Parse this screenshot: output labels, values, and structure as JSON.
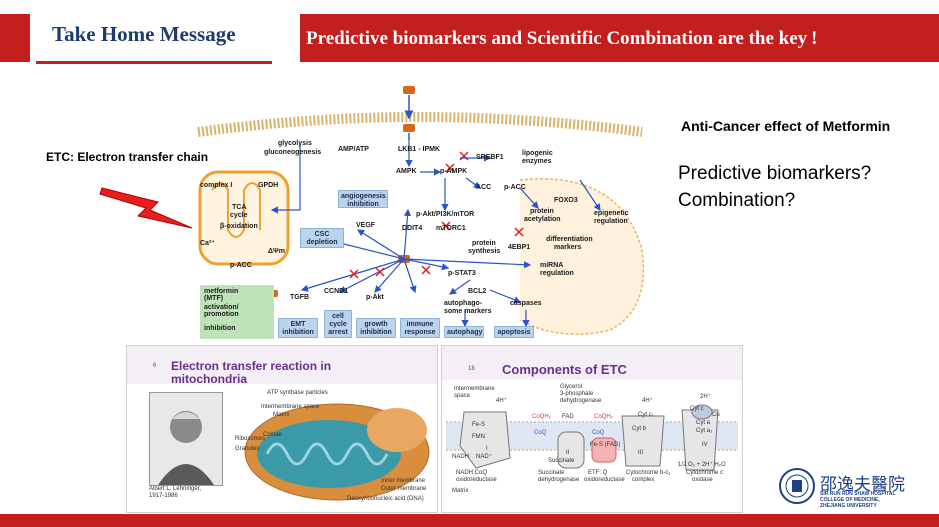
{
  "header": {
    "left_title": "Take Home Message",
    "banner_title": "Predictive biomarkers and Scientific Combination are the key",
    "banner_exclaim": "!"
  },
  "labels": {
    "etc_label": "ETC: Electron transfer chain",
    "anticancer_title": "Anti-Cancer effect of Metformin",
    "question_1": "Predictive biomarkers?",
    "question_2": "Combination?"
  },
  "diagram": {
    "glycolysis": "glycolysis",
    "gluconeogenesis": "gluconeogenesis",
    "amp_atp": "AMP/ATP",
    "lkb1": "LKB1 - IPMK",
    "srebf1": "SREBF1",
    "lipogenic": "lipogenic",
    "enzymes": "enzymes",
    "ampk": "AMPK",
    "p_ampk": "p-AMPK",
    "acc": "ACC",
    "p_acc_right": "p-ACC",
    "complex1": "complex I",
    "gpdh": "GPDH",
    "tca": "TCA",
    "cycle": "cycle",
    "beta_ox": "β-oxidation",
    "ca": "Ca²⁺",
    "delta_psi": "ΔΨm",
    "p_acc_left": "p-ACC",
    "angiogenesis": "angiogenesis inhibition",
    "vegf": "VEGF",
    "csc": "CSC depletion",
    "ddit4": "DDIT4",
    "mtorc1": "mTORC1",
    "p_akt_pi3k": "p-Akt/PI3K/mTOR",
    "protein_acet_1": "protein",
    "protein_acet_2": "acetylation",
    "foxo3": "FOXO3",
    "epigenetic_1": "epigenetic",
    "epigenetic_2": "regulation",
    "diff_1": "differentiation",
    "diff_2": "markers",
    "protein_syn_1": "protein",
    "protein_syn_2": "synthesis",
    "ebp1": "4EBP1",
    "mirna_1": "miRNA",
    "mirna_2": "regulation",
    "p_stat3": "p-STAT3",
    "bcl2": "BCL2",
    "autophago_1": "autophago-",
    "autophago_2": "some markers",
    "caspases": "caspases",
    "autophagy": "autophagy",
    "apoptosis": "apoptosis",
    "tgfb": "TGFB",
    "ccnd1": "CCND1",
    "p_akt": "p-Akt",
    "emt": "EMT inhibition",
    "cell_cycle": "cell cycle arrest",
    "growth": "growth inhibition",
    "immune": "immune response",
    "legend_metformin_1": "metformin",
    "legend_metformin_2": "(MTF)",
    "legend_activation_1": "activation/",
    "legend_activation_2": "promotion",
    "legend_inhibition": "inhibition"
  },
  "slide1": {
    "number": "6",
    "title_line1": "Electron transfer reaction in",
    "title_line2": "mitochondria",
    "photo_caption_1": "Albert L. Lehninger,",
    "photo_caption_2": "1917-1986",
    "atp_synthase": "ATP synthase particles",
    "intermembrane": "Intermembrane space",
    "matrix": "Matrix",
    "ribosomes": "Ribosomes",
    "cristae": "Cristae",
    "granules": "Granules",
    "inner_membrane": "Inner membrane",
    "outer_membrane": "Outer membrane",
    "dna": "Deoxyribonucleic acid (DNA)"
  },
  "slide2": {
    "number": "18",
    "title": "Components of ETC",
    "intermembrane_1": "Intermembrane",
    "intermembrane_2": "space",
    "glycerol_1": "Glycerol",
    "glycerol_2": "3-phosphate",
    "glycerol_3": "dehydrogenase",
    "h4_a": "4H⁺",
    "h4_b": "4H⁺",
    "h2": "2H⁺",
    "coqh2_a": "CoQH₂",
    "coqh2_b": "CoQH₂",
    "coq_a": "CoQ",
    "coq_b": "CoQ",
    "fad_a": "FAD",
    "fad_b": "Fe-S (FAD)",
    "fes": "Fe-S",
    "fmn": "FMN",
    "cyt_b": "Cyt b",
    "cyt_c1": "Cyt c₁",
    "cyt_c": "Cyt c",
    "cu": "Cu",
    "cyt_a": "Cyt a",
    "cyt_a3": "Cyt a₃",
    "roman_1": "I",
    "roman_2": "II",
    "roman_3": "III",
    "roman_4": "IV",
    "nadh": "NADH",
    "nad": "NAD⁺",
    "succinate": "Succinate",
    "o2_reaction": "1/2 O₂ + 2H⁺  H₂O",
    "label_c1_1": "NADH:CoQ",
    "label_c1_2": "oxidoreductase",
    "label_c2_1": "Succinate",
    "label_c2_2": "dehydrogenase",
    "label_etf_1": "ETF: Q",
    "label_etf_2": "oxidoreductase",
    "label_c3_1": "Cytochrome b-c₁",
    "label_c3_2": "complex",
    "label_c4_1": "Cytochrome c",
    "label_c4_2": "oxidase",
    "matrix": "Matrix"
  },
  "logo": {
    "chinese_name": "邵逸夫醫院",
    "en_line1": "SIR RUN RUN SHAW HOSPITAL",
    "en_line2": "COLLEGE OF MEDICINE,",
    "en_line3": "ZHEJIANG UNIVERSITY"
  },
  "colors": {
    "brand_red": "#c41f1f",
    "title_navy": "#1f3b6f",
    "arrow_blue": "#2b55c4",
    "inhibit_red": "#e02020",
    "metformin_orange": "#d9661e",
    "slide_purple": "#6a2f8a"
  }
}
